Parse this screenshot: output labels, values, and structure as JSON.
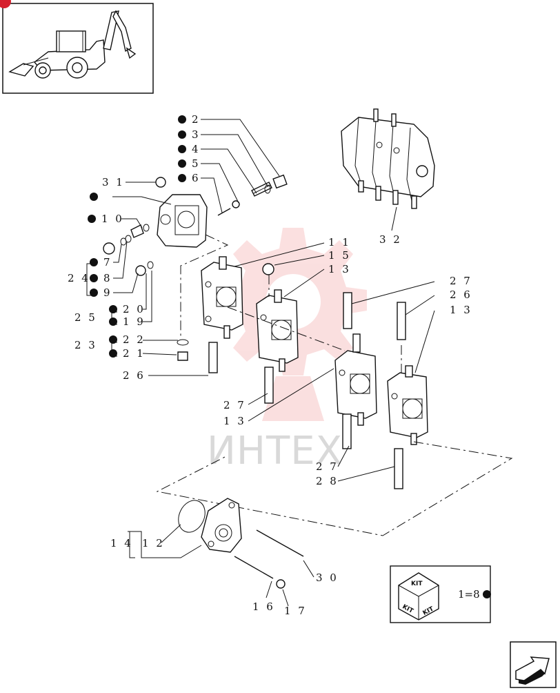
{
  "watermark": {
    "text": "ИНТЕХ",
    "color": "#f5b5b5"
  },
  "kit_box": {
    "cube_label": "KIT",
    "legend": "1=8"
  },
  "callouts": [
    {
      "id": "c2",
      "text": "2",
      "bullet": true
    },
    {
      "id": "c3",
      "text": "3",
      "bullet": true
    },
    {
      "id": "c4",
      "text": "4",
      "bullet": true
    },
    {
      "id": "c5",
      "text": "5",
      "bullet": true
    },
    {
      "id": "c6",
      "text": "6",
      "bullet": true
    },
    {
      "id": "c31",
      "text": "3 1",
      "bullet": false
    },
    {
      "id": "cb",
      "text": "",
      "bullet": true
    },
    {
      "id": "c10",
      "text": "1 0",
      "bullet": true
    },
    {
      "id": "c7",
      "text": "7",
      "bullet": true
    },
    {
      "id": "c24",
      "text": "2 4",
      "bullet": false
    },
    {
      "id": "c8",
      "text": "8",
      "bullet": true
    },
    {
      "id": "c9",
      "text": "9",
      "bullet": true
    },
    {
      "id": "c25",
      "text": "2 5",
      "bullet": false
    },
    {
      "id": "c20",
      "text": "2 0",
      "bullet": true
    },
    {
      "id": "c19",
      "text": "1 9",
      "bullet": true
    },
    {
      "id": "c23",
      "text": "2 3",
      "bullet": false
    },
    {
      "id": "c22",
      "text": "2 2",
      "bullet": true
    },
    {
      "id": "c21",
      "text": "2 1",
      "bullet": true
    },
    {
      "id": "c26a",
      "text": "2 6",
      "bullet": false
    },
    {
      "id": "c11",
      "text": "1 1",
      "bullet": false
    },
    {
      "id": "c15",
      "text": "1 5",
      "bullet": false
    },
    {
      "id": "c13a",
      "text": "1 3",
      "bullet": false
    },
    {
      "id": "c32",
      "text": "3 2",
      "bullet": false
    },
    {
      "id": "c27a",
      "text": "2 7",
      "bullet": false
    },
    {
      "id": "c26b",
      "text": "2 6",
      "bullet": false
    },
    {
      "id": "c13b",
      "text": "1 3",
      "bullet": false
    },
    {
      "id": "c27b",
      "text": "2 7",
      "bullet": false
    },
    {
      "id": "c13c",
      "text": "1 3",
      "bullet": false
    },
    {
      "id": "c27c",
      "text": "2 7",
      "bullet": false
    },
    {
      "id": "c28",
      "text": "2 8",
      "bullet": false
    },
    {
      "id": "c14",
      "text": "1 4",
      "bullet": false
    },
    {
      "id": "c12",
      "text": "1 2",
      "bullet": false
    },
    {
      "id": "c30",
      "text": "3 0",
      "bullet": false
    },
    {
      "id": "c16",
      "text": "1 6",
      "bullet": false
    },
    {
      "id": "c17",
      "text": "1 7",
      "bullet": false
    }
  ]
}
